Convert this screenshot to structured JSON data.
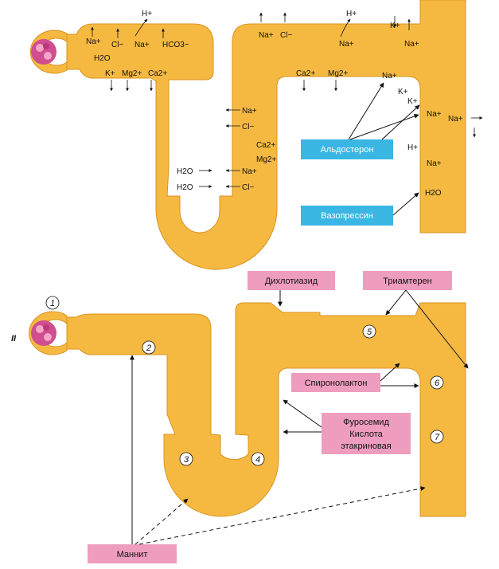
{
  "colors": {
    "tubule": "#F5B942",
    "tubule_outline": "#D9931F",
    "drug_box": "#EE9DBE",
    "hormone_box": "#3AB6E3",
    "glomerulus": "#D04D8F"
  },
  "top": {
    "hormones": [
      "Альдостерон",
      "Вазопрессин"
    ],
    "pct_ions": [
      "Na+",
      "Cl−",
      "Na+",
      "HCO3−",
      "H2O",
      "K+",
      "Mg2+",
      "Ca2+"
    ],
    "pct_hplus": "H+",
    "dct_ions": [
      "Na+",
      "Cl−",
      "Na+",
      "K+",
      "Na+"
    ],
    "dct_hplus": "H+",
    "tal_ions": [
      "Ca2+",
      "Mg2+"
    ],
    "ascending": [
      "Na+",
      "Cl−",
      "Ca2+",
      "Mg2+",
      "Na+",
      "Cl−"
    ],
    "descending": [
      "H2O",
      "H2O"
    ],
    "cd_ions": [
      "Na+",
      "K+",
      "K+",
      "Na+",
      "Na+",
      "H+",
      "Na+",
      "H2O"
    ]
  },
  "bottom": {
    "roman": "II",
    "sites": [
      "1",
      "2",
      "3",
      "4",
      "5",
      "6",
      "7"
    ],
    "drugs": {
      "dichlothiazide": "Дихлотиазид",
      "triamterene": "Триамтерен",
      "spironolactone": "Спиронолактон",
      "furosemide": [
        "Фуросемид",
        "Кислота",
        "этакриновая"
      ],
      "mannitol": "Маннит"
    }
  }
}
